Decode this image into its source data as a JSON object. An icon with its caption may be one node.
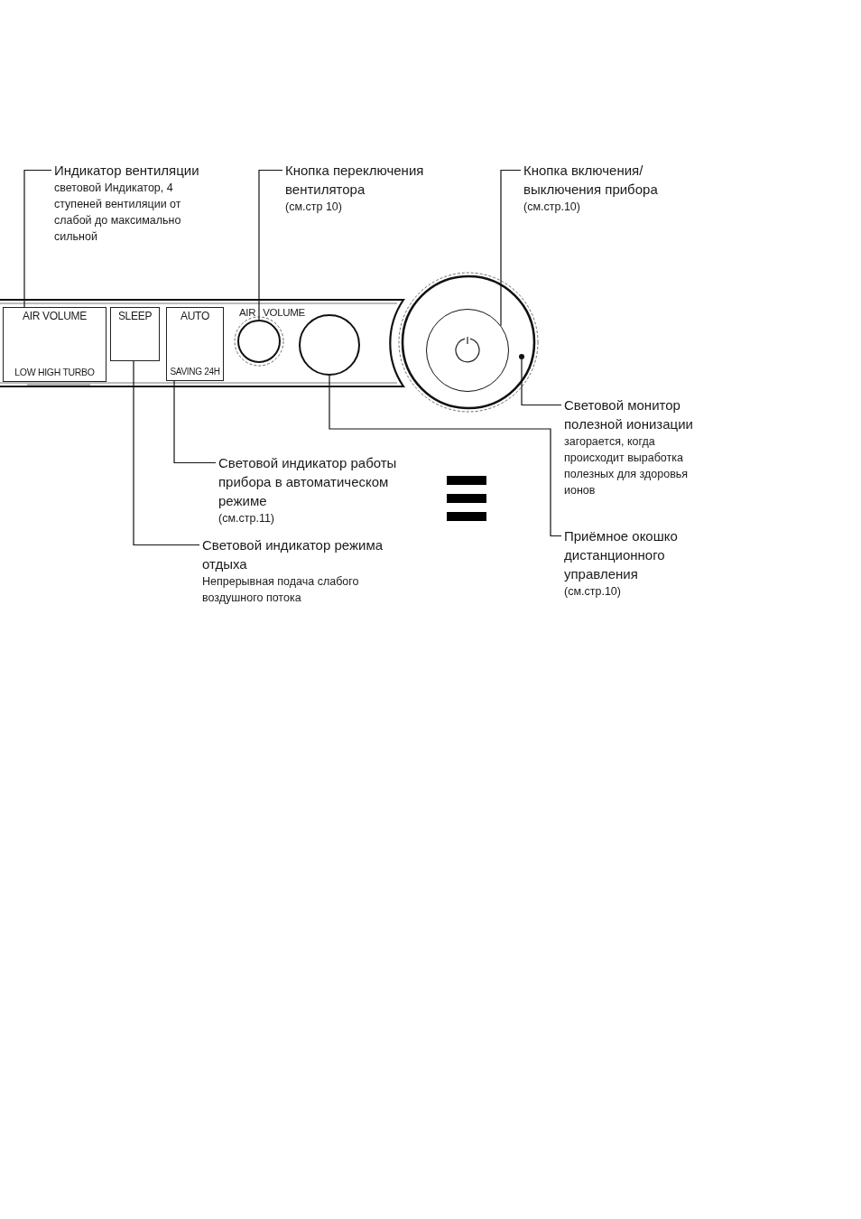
{
  "diagram": {
    "nodes": [
      {
        "text": [
          "Индикатор вентиляции",
          "световой Индикатор, 4 ступеней вентиляции от слабой до максимально сильной"
        ]
      },
      {
        "text": [
          "Кнопка переключения вентилятора",
          "(см.стр 10)"
        ]
      },
      {
        "text": [
          "Кнопка включения/ выключения прибора",
          "(см.стр.10)"
        ]
      },
      {
        "text": [
          "AIR VOLUME",
          "LOW HIGH TURBO"
        ]
      },
      {
        "text": [
          "SLEEP"
        ]
      },
      {
        "text": [
          "AUTO",
          "SAVING 24H"
        ]
      },
      {
        "text": [],
        "shape": "circle"
      },
      {
        "text": [],
        "shape": "circle"
      },
      {
        "text": [],
        "shape": "circle"
      },
      {
        "text": [],
        "shape": "circle"
      },
      {
        "text": [
          "Световой монитор полезной ионизации",
          "загорается, когда происходит выработка полезных для здоровья ионов"
        ]
      },
      {
        "text": [
          "Световой индикатор работы прибора в автоматическом режиме",
          "(см.стр.11)"
        ]
      },
      {
        "text": [
          "Приёмное окошко дистанционного управления",
          "(см.стр.10)"
        ]
      },
      {
        "text": [
          "Световой индикатор режима отдыха",
          "Непрерывная подача слабого воздушного потока"
        ]
      }
    ],
    "edges": [
      {
        "from": 0,
        "to": 3,
        "arrow": "none"
      },
      {
        "from": 1,
        "to": 6,
        "arrow": "none"
      },
      {
        "from": 2,
        "to": 8,
        "arrow": "none"
      },
      {
        "from": 10,
        "to": 9,
        "arrow": "none"
      },
      {
        "from": 11,
        "to": 5,
        "arrow": "none"
      },
      {
        "from": 12,
        "to": 7,
        "arrow": "none"
      },
      {
        "from": 13,
        "to": 4,
        "arrow": "none"
      }
    ],
    "labels": [
      "AIR VOLUME"
    ]
  }
}
